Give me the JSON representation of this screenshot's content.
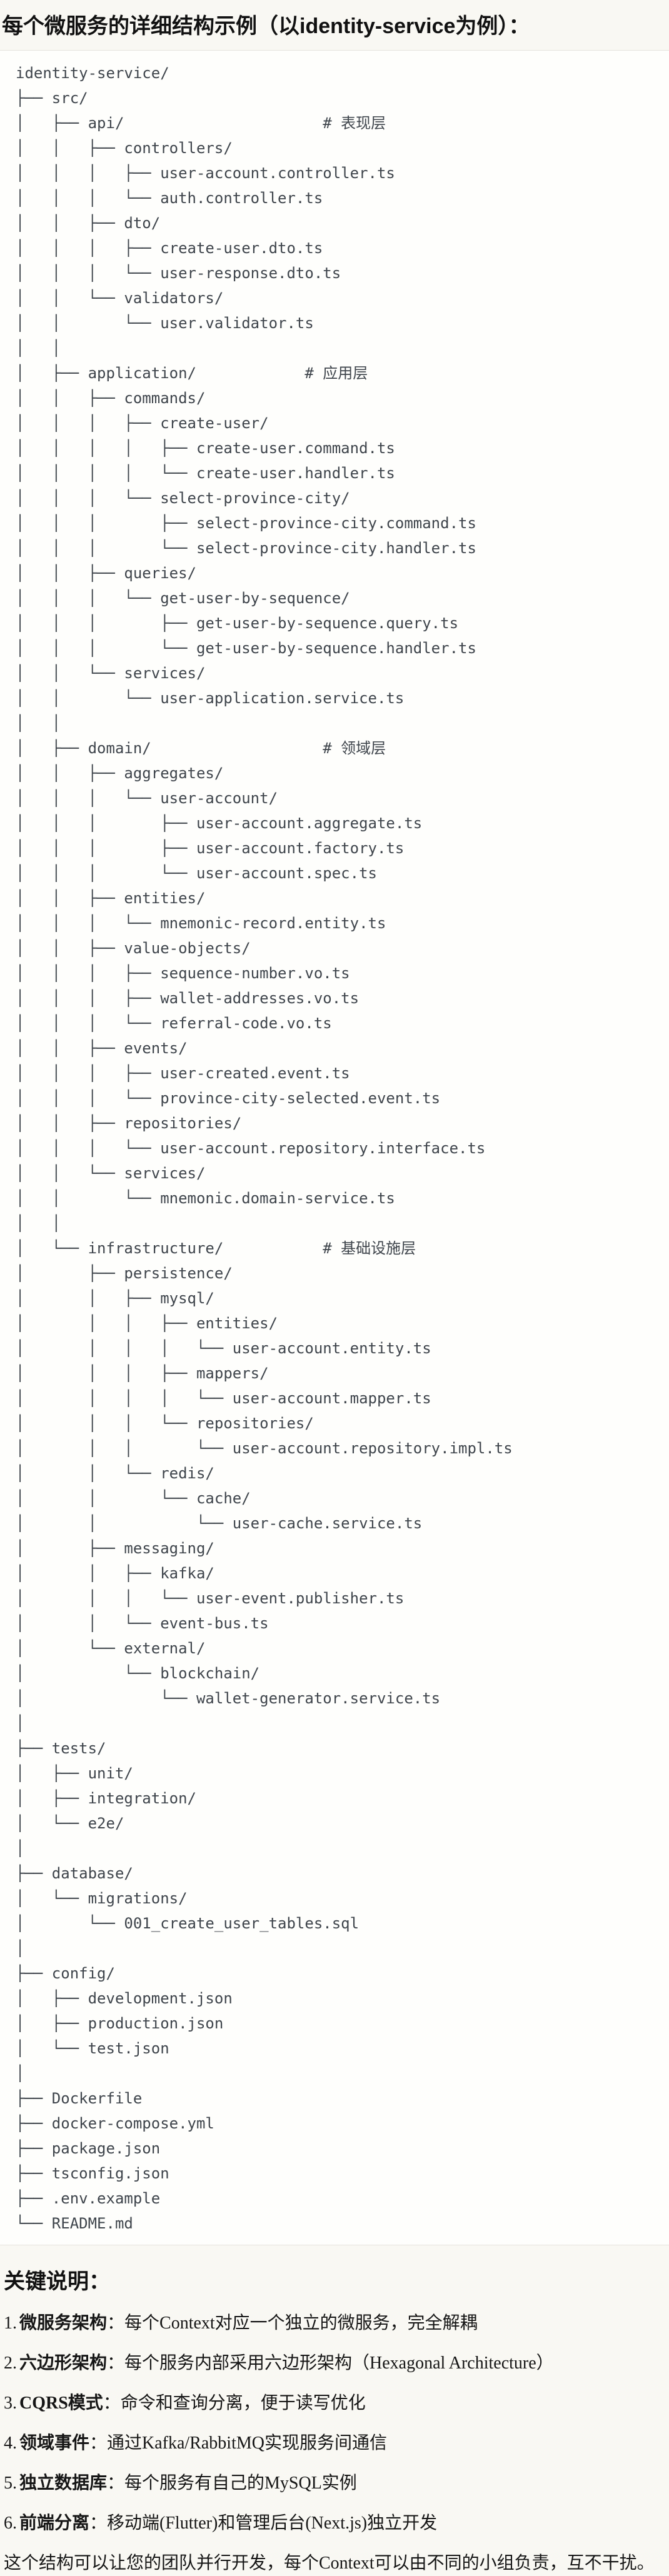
{
  "title": "每个微服务的详细结构示例（以identity-service为例）：",
  "colors": {
    "page_bg": "#f9f8f3",
    "code_bg": "#fefefc",
    "border": "#e5e3dd",
    "tree_text": "#3f454c",
    "body_text": "#161616"
  },
  "code_block": {
    "tree_lines": [
      "identity-service/",
      "├── src/",
      "│   ├── api/                      # 表现层",
      "│   │   ├── controllers/",
      "│   │   │   ├── user-account.controller.ts",
      "│   │   │   └── auth.controller.ts",
      "│   │   ├── dto/",
      "│   │   │   ├── create-user.dto.ts",
      "│   │   │   └── user-response.dto.ts",
      "│   │   └── validators/",
      "│   │       └── user.validator.ts",
      "│   │",
      "│   ├── application/            # 应用层",
      "│   │   ├── commands/",
      "│   │   │   ├── create-user/",
      "│   │   │   │   ├── create-user.command.ts",
      "│   │   │   │   └── create-user.handler.ts",
      "│   │   │   └── select-province-city/",
      "│   │   │       ├── select-province-city.command.ts",
      "│   │   │       └── select-province-city.handler.ts",
      "│   │   ├── queries/",
      "│   │   │   └── get-user-by-sequence/",
      "│   │   │       ├── get-user-by-sequence.query.ts",
      "│   │   │       └── get-user-by-sequence.handler.ts",
      "│   │   └── services/",
      "│   │       └── user-application.service.ts",
      "│   │",
      "│   ├── domain/                   # 领域层",
      "│   │   ├── aggregates/",
      "│   │   │   └── user-account/",
      "│   │   │       ├── user-account.aggregate.ts",
      "│   │   │       ├── user-account.factory.ts",
      "│   │   │       └── user-account.spec.ts",
      "│   │   ├── entities/",
      "│   │   │   └── mnemonic-record.entity.ts",
      "│   │   ├── value-objects/",
      "│   │   │   ├── sequence-number.vo.ts",
      "│   │   │   ├── wallet-addresses.vo.ts",
      "│   │   │   └── referral-code.vo.ts",
      "│   │   ├── events/",
      "│   │   │   ├── user-created.event.ts",
      "│   │   │   └── province-city-selected.event.ts",
      "│   │   ├── repositories/",
      "│   │   │   └── user-account.repository.interface.ts",
      "│   │   └── services/",
      "│   │       └── mnemonic.domain-service.ts",
      "│   │",
      "│   └── infrastructure/           # 基础设施层",
      "│       ├── persistence/",
      "│       │   ├── mysql/",
      "│       │   │   ├── entities/",
      "│       │   │   │   └── user-account.entity.ts",
      "│       │   │   ├── mappers/",
      "│       │   │   │   └── user-account.mapper.ts",
      "│       │   │   └── repositories/",
      "│       │   │       └── user-account.repository.impl.ts",
      "│       │   └── redis/",
      "│       │       └── cache/",
      "│       │           └── user-cache.service.ts",
      "│       ├── messaging/",
      "│       │   ├── kafka/",
      "│       │   │   └── user-event.publisher.ts",
      "│       │   └── event-bus.ts",
      "│       └── external/",
      "│           └── blockchain/",
      "│               └── wallet-generator.service.ts",
      "│",
      "├── tests/",
      "│   ├── unit/",
      "│   ├── integration/",
      "│   └── e2e/",
      "│",
      "├── database/",
      "│   └── migrations/",
      "│       └── 001_create_user_tables.sql",
      "│",
      "├── config/",
      "│   ├── development.json",
      "│   ├── production.json",
      "│   └── test.json",
      "│",
      "├── Dockerfile",
      "├── docker-compose.yml",
      "├── package.json",
      "├── tsconfig.json",
      "├── .env.example",
      "└── README.md"
    ]
  },
  "notes": {
    "heading": "关键说明：",
    "items": [
      {
        "num": "1.",
        "term": "微服务架构",
        "desc": "：每个Context对应一个独立的微服务，完全解耦"
      },
      {
        "num": "2.",
        "term": "六边形架构",
        "desc": "：每个服务内部采用六边形架构（Hexagonal Architecture）"
      },
      {
        "num": "3.",
        "term": "CQRS模式",
        "desc": "：命令和查询分离，便于读写优化"
      },
      {
        "num": "4.",
        "term": "领域事件",
        "desc": "：通过Kafka/RabbitMQ实现服务间通信"
      },
      {
        "num": "5.",
        "term": "独立数据库",
        "desc": "：每个服务有自己的MySQL实例"
      },
      {
        "num": "6.",
        "term": "前端分离",
        "desc": "：移动端(Flutter)和管理后台(Next.js)独立开发"
      }
    ],
    "closing": "这个结构可以让您的团队并行开发，每个Context可以由不同的小组负责，互不干扰。"
  }
}
